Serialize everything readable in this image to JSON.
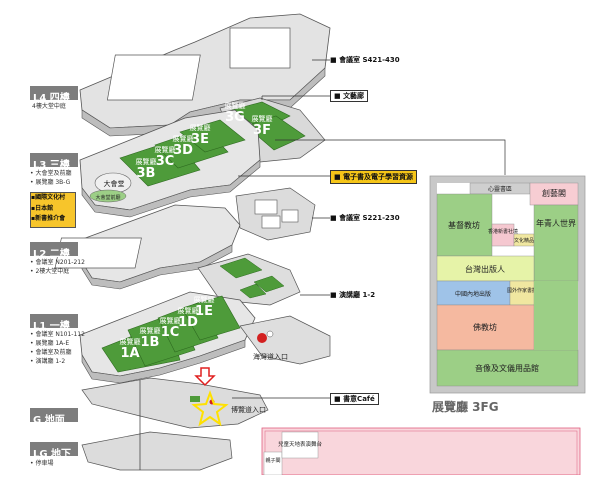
{
  "floors": [
    {
      "id": "L4",
      "label": "L4 四樓",
      "items": [
        {
          "text": "4樓大堂中庭",
          "bullet": false
        }
      ]
    },
    {
      "id": "L3",
      "label": "L3 三樓",
      "items": [
        {
          "text": "大會堂及前廳",
          "bullet": true
        },
        {
          "text": "展覽廳 3B-G",
          "bullet": true
        }
      ]
    },
    {
      "id": "L2",
      "label": "L2 二樓",
      "items": [
        {
          "text": "會議室 N201-212",
          "bullet": true
        },
        {
          "text": "2樓大堂中庭",
          "bullet": true
        }
      ]
    },
    {
      "id": "L1",
      "label": "L1 一樓",
      "items": [
        {
          "text": "會議室 N101-112",
          "bullet": true
        },
        {
          "text": "展覽廳 1A-E",
          "bullet": true
        },
        {
          "text": "會議室及前廳",
          "bullet": true
        },
        {
          "text": "演講廳 1-2",
          "bullet": true
        }
      ]
    },
    {
      "id": "G",
      "label": "G 地面",
      "items": []
    },
    {
      "id": "LG",
      "label": "LG 地下",
      "items": [
        {
          "text": "停車場",
          "bullet": true
        }
      ]
    }
  ],
  "yellow_tags": [
    "國際文化村",
    "日本館",
    "新書推介會"
  ],
  "callouts": {
    "s421": "會議室 S421-430",
    "arts": "文藝廊",
    "ebooks": "電子書及電子學習資源",
    "s221": "會議室 S221-230",
    "lecture": "演講廳 1-2",
    "cafe": "書意Café"
  },
  "halls": {
    "h3G": "3G",
    "h3F": "3F",
    "h3E": "3E",
    "h3D": "3D",
    "h3C": "3C",
    "h3B": "3B",
    "h1E": "1E",
    "h1D": "1D",
    "h1C": "1C",
    "h1B": "1B",
    "h1A": "1A",
    "prefix": "展覽廳"
  },
  "map_labels": {
    "grand_hall": "大會堂",
    "grand_hall_front": "大會堂前廳",
    "harbour_entrance": "海灣道入口",
    "expo_entrance": "博覽道入口"
  },
  "hall_3fg": {
    "title": "展覽廳 3FG",
    "rooms": {
      "heart": "心靈書區",
      "creative": "創藝閣",
      "religion": "基督教坊",
      "hk_religion": "香港新書社境",
      "culture": "文化精品",
      "youth": "年青人世界",
      "taiwan": "台灣出版人",
      "china": "中國內地出版",
      "overseas": "國外作家書攤",
      "buddhist": "佛教坊",
      "music": "音像及文儀用品館"
    }
  },
  "kids": {
    "label": "兒童天地表演舞台",
    "side": "親子閣"
  },
  "colors": {
    "hall_green": "#4e9b3a",
    "floor_label_bg": "#7d7d7d",
    "tag_yellow": "#f7c52b",
    "callout_yellow": "#f5c518",
    "arrow_red": "#e02020",
    "star_yellow": "#ffe100"
  }
}
